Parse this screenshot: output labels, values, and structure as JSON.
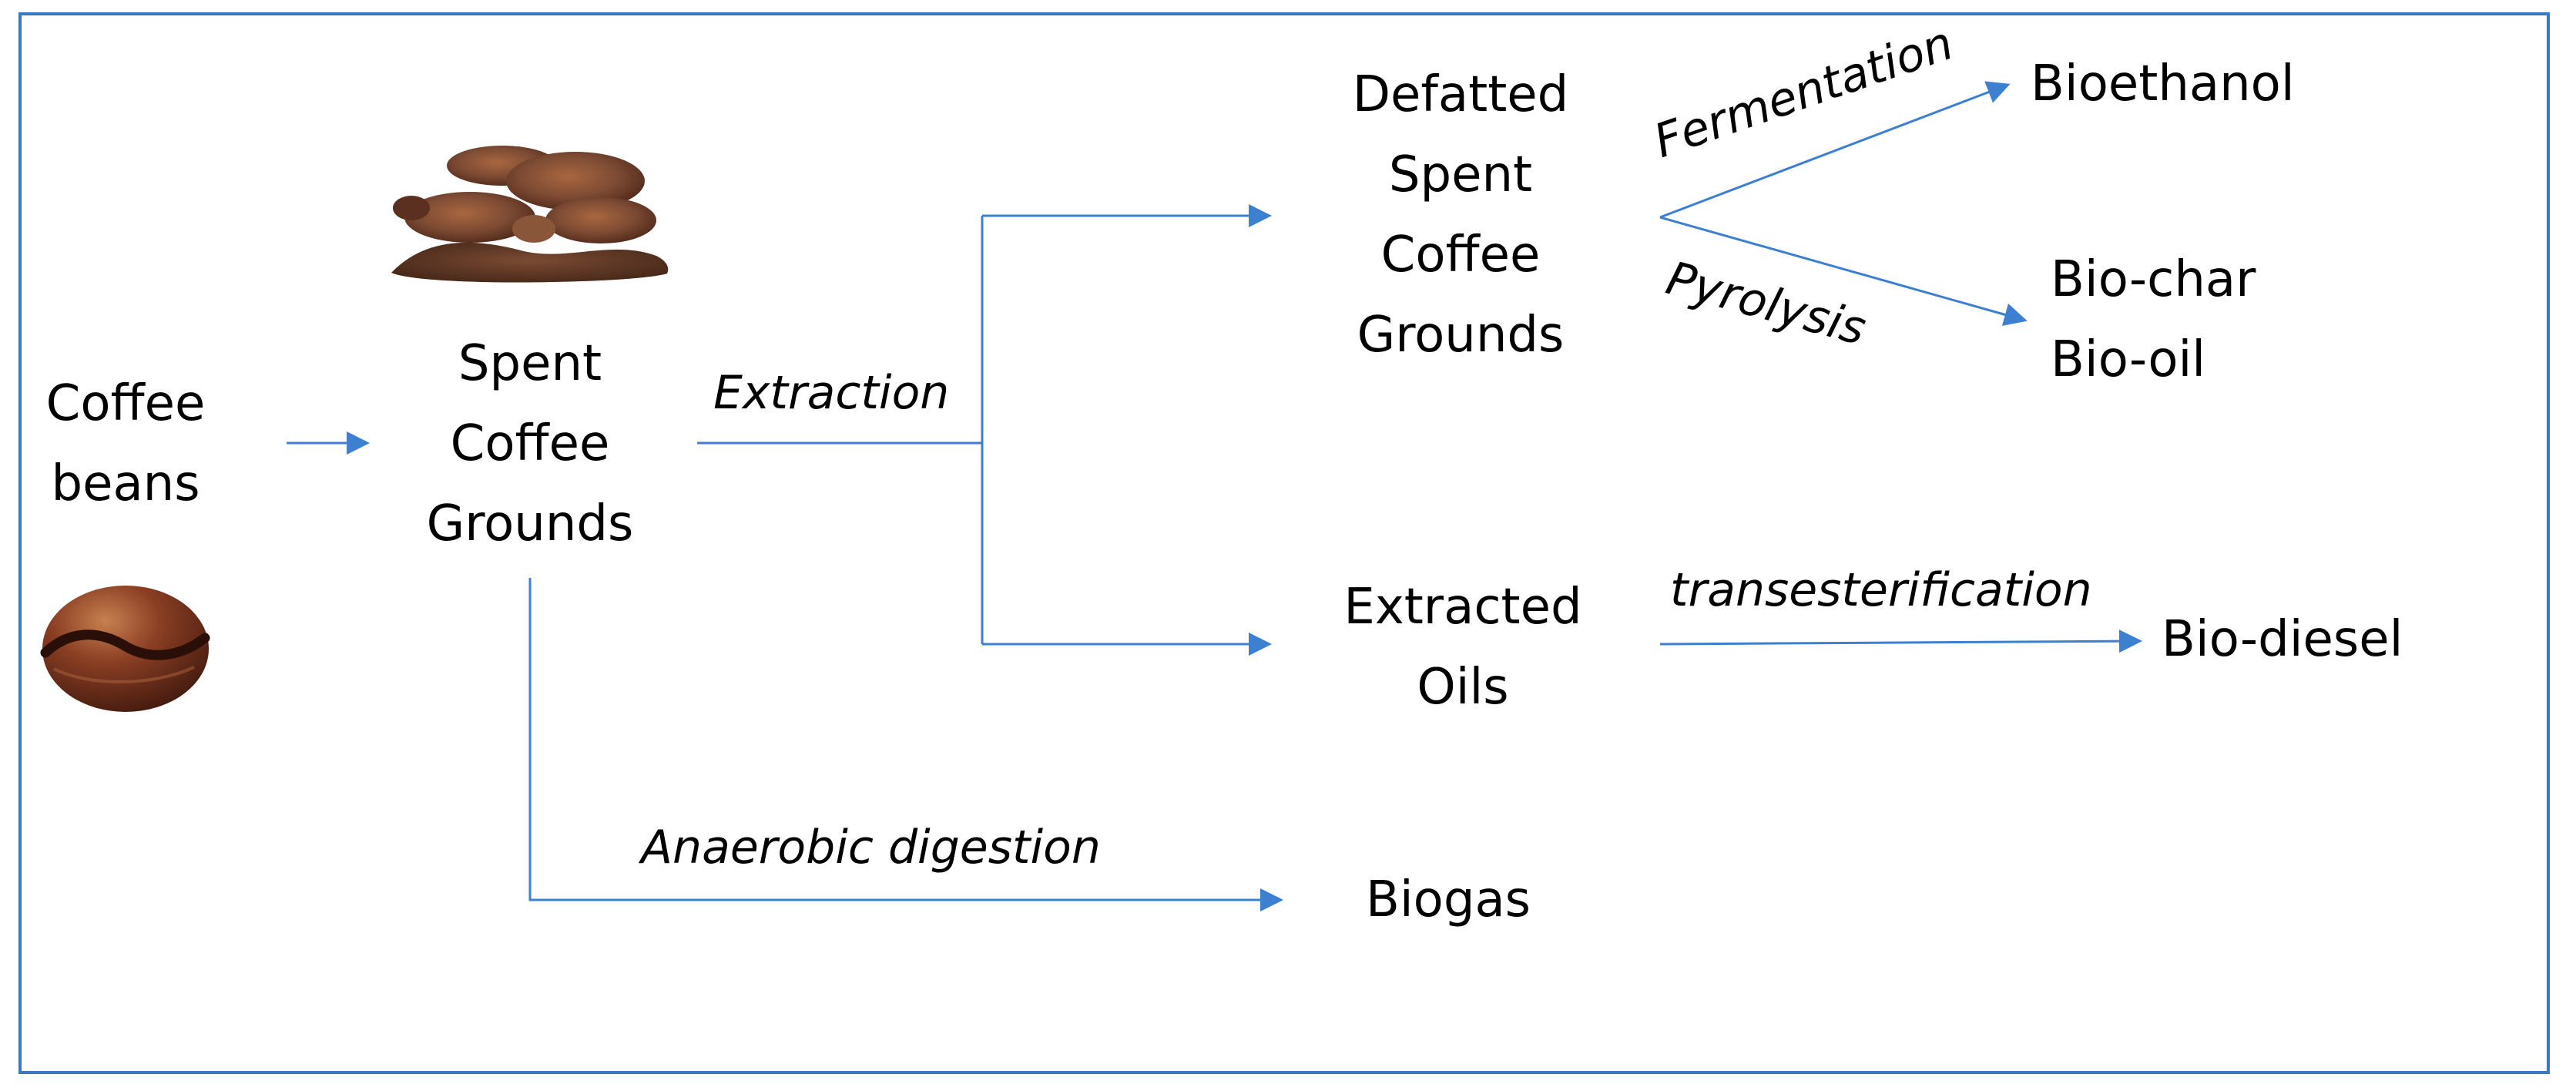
{
  "diagram": {
    "nodes": {
      "coffee_beans": [
        "Coffee",
        "beans"
      ],
      "spent_coffee_grounds": [
        "Spent",
        "Coffee",
        "Grounds"
      ],
      "defatted_spent_coffee_grounds": [
        "Defatted",
        "Spent",
        "Coffee",
        "Grounds"
      ],
      "extracted_oils": [
        "Extracted",
        "Oils"
      ],
      "biogas": "Biogas",
      "bioethanol": "Bioethanol",
      "bio_char_oil": [
        "Bio-char",
        "Bio-oil"
      ],
      "bio_diesel": "Bio-diesel"
    },
    "processes": {
      "extraction": "Extraction",
      "fermentation": "Fermentation",
      "pyrolysis": "Pyrolysis",
      "transesterification": "transesterification",
      "anaerobic_digestion": "Anaerobic digestion"
    }
  },
  "colors": {
    "frame": "#3b78c2",
    "arrow": "#3d7fd0",
    "text": "#000000",
    "coffee_dark": "#4a2516",
    "coffee_mid": "#7c4a33",
    "coffee_light": "#a9673f"
  }
}
